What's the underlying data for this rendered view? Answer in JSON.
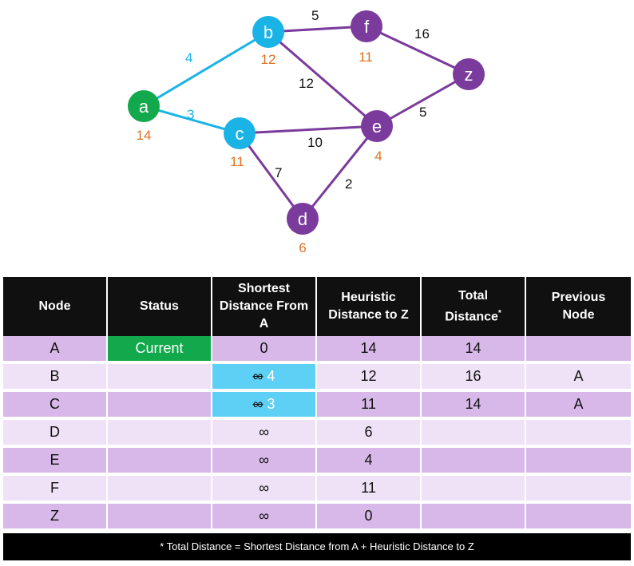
{
  "graph": {
    "colors": {
      "visited_edge": "#1ab3e6",
      "edge": "#7a3b9c",
      "node_purple": "#7a3b9c",
      "node_blue": "#1ab3e6",
      "node_green": "#12a84c",
      "heuristic_text": "#e07020"
    },
    "nodes": [
      {
        "id": "a",
        "label": "a",
        "heuristic": "14",
        "color": "#12a84c"
      },
      {
        "id": "b",
        "label": "b",
        "heuristic": "12",
        "color": "#1ab3e6"
      },
      {
        "id": "c",
        "label": "c",
        "heuristic": "11",
        "color": "#1ab3e6"
      },
      {
        "id": "d",
        "label": "d",
        "heuristic": "6",
        "color": "#7a3b9c"
      },
      {
        "id": "e",
        "label": "e",
        "heuristic": "4",
        "color": "#7a3b9c"
      },
      {
        "id": "f",
        "label": "f",
        "heuristic": "11",
        "color": "#7a3b9c"
      },
      {
        "id": "z",
        "label": "z",
        "heuristic": "",
        "color": "#7a3b9c"
      }
    ],
    "edges": [
      {
        "from": "a",
        "to": "b",
        "weight": "4",
        "color": "#1ab3e6"
      },
      {
        "from": "a",
        "to": "c",
        "weight": "3",
        "color": "#1ab3e6"
      },
      {
        "from": "b",
        "to": "f",
        "weight": "5",
        "color": "#7a3b9c"
      },
      {
        "from": "b",
        "to": "e",
        "weight": "12",
        "color": "#7a3b9c"
      },
      {
        "from": "f",
        "to": "z",
        "weight": "16",
        "color": "#7a3b9c"
      },
      {
        "from": "e",
        "to": "z",
        "weight": "5",
        "color": "#7a3b9c"
      },
      {
        "from": "c",
        "to": "e",
        "weight": "10",
        "color": "#7a3b9c"
      },
      {
        "from": "c",
        "to": "d",
        "weight": "7",
        "color": "#7a3b9c"
      },
      {
        "from": "e",
        "to": "d",
        "weight": "2",
        "color": "#7a3b9c"
      }
    ]
  },
  "table": {
    "headers": {
      "node": "Node",
      "status": "Status",
      "shortest_l1": "Shortest",
      "shortest_l2": "Distance From",
      "shortest_l3": "A",
      "heuristic_l1": "Heuristic",
      "heuristic_l2": "Distance to Z",
      "total_l1": "Total",
      "total_l2": "Distance",
      "total_mark": "*",
      "previous_l1": "Previous",
      "previous_l2": "Node"
    },
    "rows": [
      {
        "node": "A",
        "status": "Current",
        "shortest_old": "",
        "shortest": "0",
        "heuristic": "14",
        "total": "14",
        "previous": ""
      },
      {
        "node": "B",
        "status": "",
        "shortest_old": "∞",
        "shortest": "4",
        "heuristic": "12",
        "total": "16",
        "previous": "A"
      },
      {
        "node": "C",
        "status": "",
        "shortest_old": "∞",
        "shortest": "3",
        "heuristic": "11",
        "total": "14",
        "previous": "A"
      },
      {
        "node": "D",
        "status": "",
        "shortest_old": "",
        "shortest": "∞",
        "heuristic": "6",
        "total": "",
        "previous": ""
      },
      {
        "node": "E",
        "status": "",
        "shortest_old": "",
        "shortest": "∞",
        "heuristic": "4",
        "total": "",
        "previous": ""
      },
      {
        "node": "F",
        "status": "",
        "shortest_old": "",
        "shortest": "∞",
        "heuristic": "11",
        "total": "",
        "previous": ""
      },
      {
        "node": "Z",
        "status": "",
        "shortest_old": "",
        "shortest": "∞",
        "heuristic": "0",
        "total": "",
        "previous": ""
      }
    ],
    "footnote": "* Total Distance = Shortest Distance from A  +  Heuristic Distance to Z"
  }
}
